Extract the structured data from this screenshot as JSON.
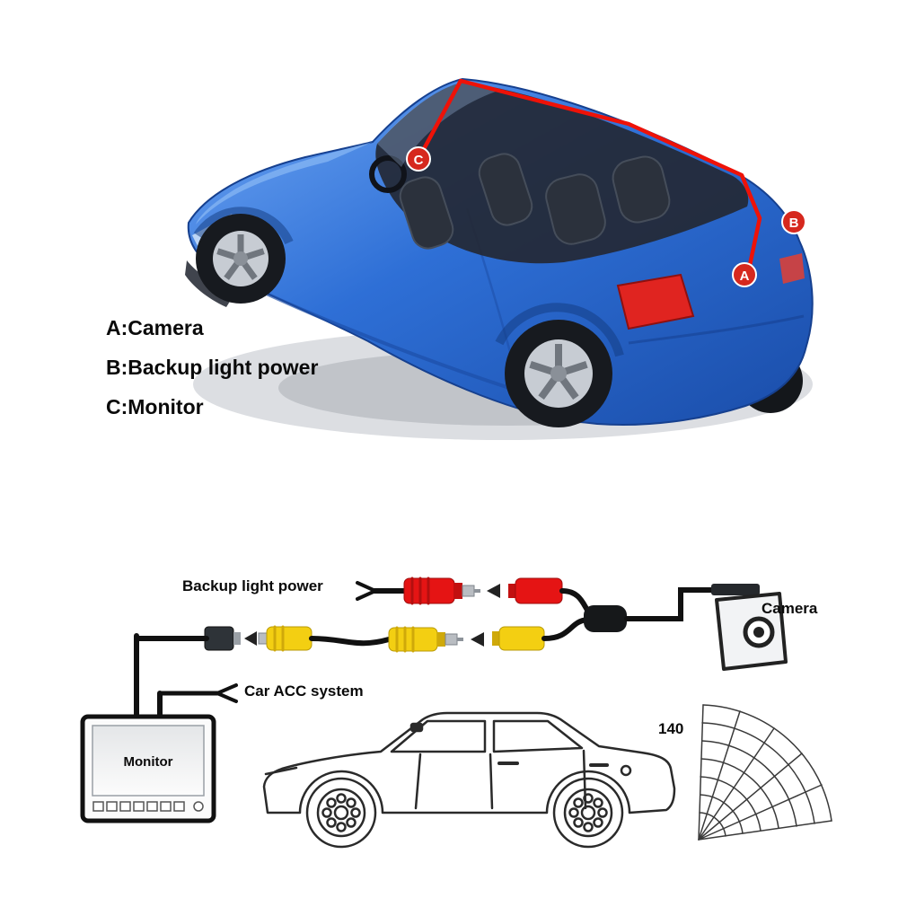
{
  "top_diagram": {
    "legend": {
      "camera": "A:Camera",
      "backup_light": "B:Backup light power",
      "monitor": "C:Monitor"
    },
    "markers": {
      "a": "A",
      "b": "B",
      "c": "C"
    }
  },
  "wiring_diagram": {
    "backup_light_power_label": "Backup light power",
    "car_acc_label": "Car ACC system",
    "camera_label": "Camera",
    "monitor_label": "Monitor",
    "sensor_angle": "140"
  },
  "colors": {
    "car_blue": "#2e6fd6",
    "cable_route_red": "#ee1208",
    "rca_red": "#e51414",
    "rca_yellow": "#f3cf12",
    "wire_black": "#111111"
  }
}
